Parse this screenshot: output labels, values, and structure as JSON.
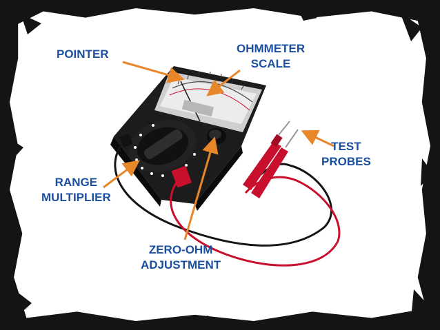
{
  "labels": {
    "pointer": "POINTER",
    "ohmmeter_line1": "OHMMETER",
    "ohmmeter_line2": "SCALE",
    "test_line1": "TEST",
    "test_line2": "PROBES",
    "range_line1": "RANGE",
    "range_line2": "MULTIPLIER",
    "zero_line1": "ZERO-OHM",
    "zero_line2": "ADJUSTMENT"
  },
  "colors": {
    "label_text": "#1b4fa0",
    "arrow": "#e8862a",
    "meter_body": "#1c1c1c",
    "probe_red": "#c8102e",
    "probe_black": "#151515"
  }
}
